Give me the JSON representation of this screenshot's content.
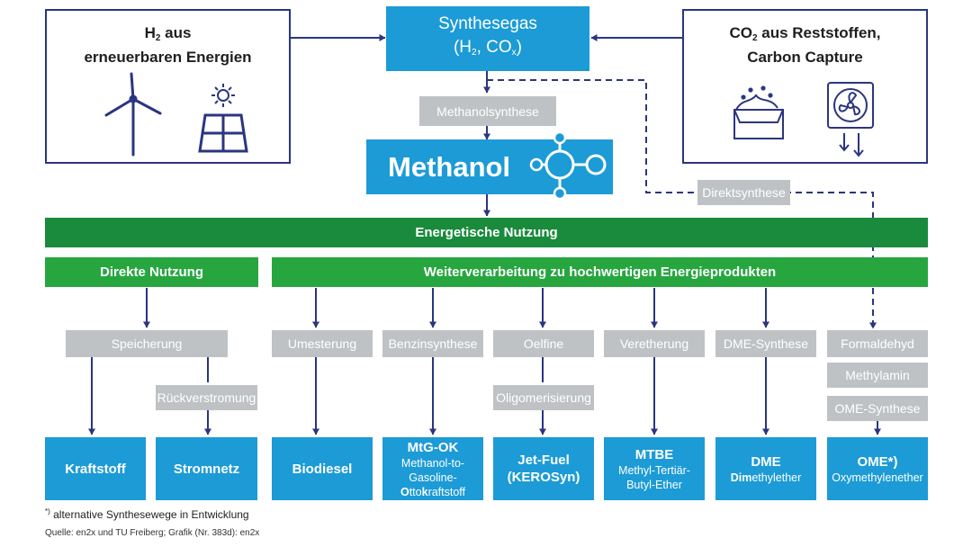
{
  "sources": {
    "h2": {
      "line1_main": "H",
      "line1_sub": "2",
      "line1_rest": " aus",
      "line2": "erneuerbaren Energien"
    },
    "co2": {
      "line1_main": "CO",
      "line1_sub": "2",
      "line1_rest": " aus Reststoffen,",
      "line2": "Carbon Capture"
    }
  },
  "syngas": {
    "title": "Synthesegas",
    "formula_open": "(H",
    "formula_sub1": "2",
    "formula_mid": ", CO",
    "formula_sub2": "x",
    "formula_close": ")"
  },
  "steps": {
    "methanolsynthese": "Methanolsynthese",
    "direktsynthese": "Direktsynthese"
  },
  "methanol": "Methanol",
  "bars": {
    "energetic": "Energetische Nutzung",
    "direct": "Direkte Nutzung",
    "further": "Weiterverarbeitung zu hochwertigen Energieprodukten"
  },
  "processes": {
    "speicherung": "Speicherung",
    "rueckverstromung": "Rückverstromung",
    "umesterung": "Umesterung",
    "benzinsynthese": "Benzinsynthese",
    "oelfine": "Oelfine",
    "oligomerisierung": "Oligomerisierung",
    "veretherung": "Veretherung",
    "dme_synthese": "DME-Synthese",
    "formaldehyd": "Formaldehyd",
    "methylamin": "Methylamin",
    "ome_synthese": "OME-Synthese"
  },
  "products": {
    "kraftstoff": "Kraftstoff",
    "stromnetz": "Stromnetz",
    "biodiesel": "Biodiesel",
    "mtg": {
      "title": "MtG-OK",
      "desc1": "Methanol-to-",
      "desc2": "Gasoline-",
      "desc3_bold": "O",
      "desc3_normal": "tto",
      "desc3_bold2": "k",
      "desc3_rest": "raftstoff"
    },
    "jetfuel": {
      "title": "Jet-Fuel",
      "sub": "(KEROSyn)"
    },
    "mtbe": {
      "title": "MTBE",
      "desc1": "Methyl-Tertiär-",
      "desc2": "Butyl-Ether"
    },
    "dme": {
      "title": "DME",
      "desc_bold": "Dim",
      "desc_rest": "ethylether"
    },
    "ome": {
      "title": "OME*)",
      "desc": "Oxymethylenether"
    }
  },
  "footnote": "alternative Synthesewege in Entwicklung",
  "footnote_mark": "*)",
  "source": "Quelle: en2x und TU Freiberg; Grafik (Nr. 383d): en2x",
  "colors": {
    "navy": "#2b3580",
    "blue": "#1c9bd6",
    "gray": "#bfc2c5",
    "dark_green": "#1a8a3c",
    "green": "#27a640"
  },
  "icons": [
    "wind-turbine-icon",
    "solar-panel-icon",
    "waste-container-icon",
    "air-capture-fan-icon",
    "molecule-icon"
  ]
}
